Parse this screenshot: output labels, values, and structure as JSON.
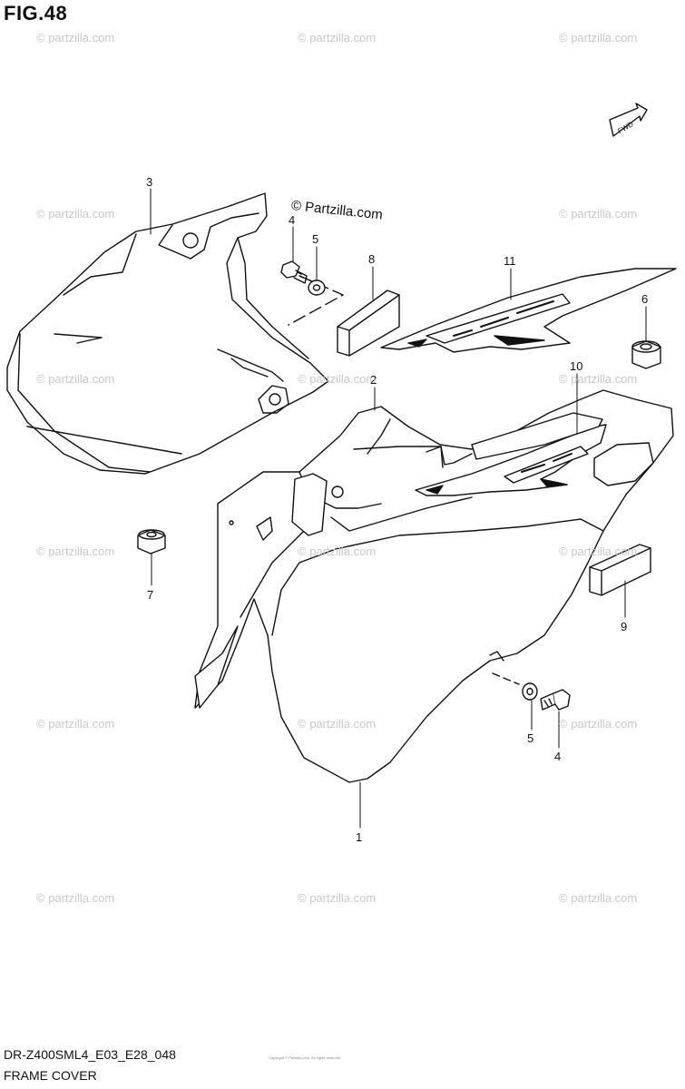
{
  "figure": {
    "title": "FIG.48"
  },
  "fwd_label": "FWD",
  "copyright_top": "© Partzilla.com",
  "watermark_text": "© partzilla.com",
  "callouts": [
    {
      "label": "3"
    },
    {
      "label": "4"
    },
    {
      "label": "5"
    },
    {
      "label": "8"
    },
    {
      "label": "11"
    },
    {
      "label": "6"
    },
    {
      "label": "2"
    },
    {
      "label": "10"
    },
    {
      "label": "7"
    },
    {
      "label": "9"
    },
    {
      "label": "5"
    },
    {
      "label": "4"
    },
    {
      "label": "1"
    }
  ],
  "footer": {
    "code": "DR-Z400SML4_E03_E28_048",
    "name": "FRAME COVER"
  },
  "fine_print": "Copyright © Partzilla.com. All rights reserved."
}
